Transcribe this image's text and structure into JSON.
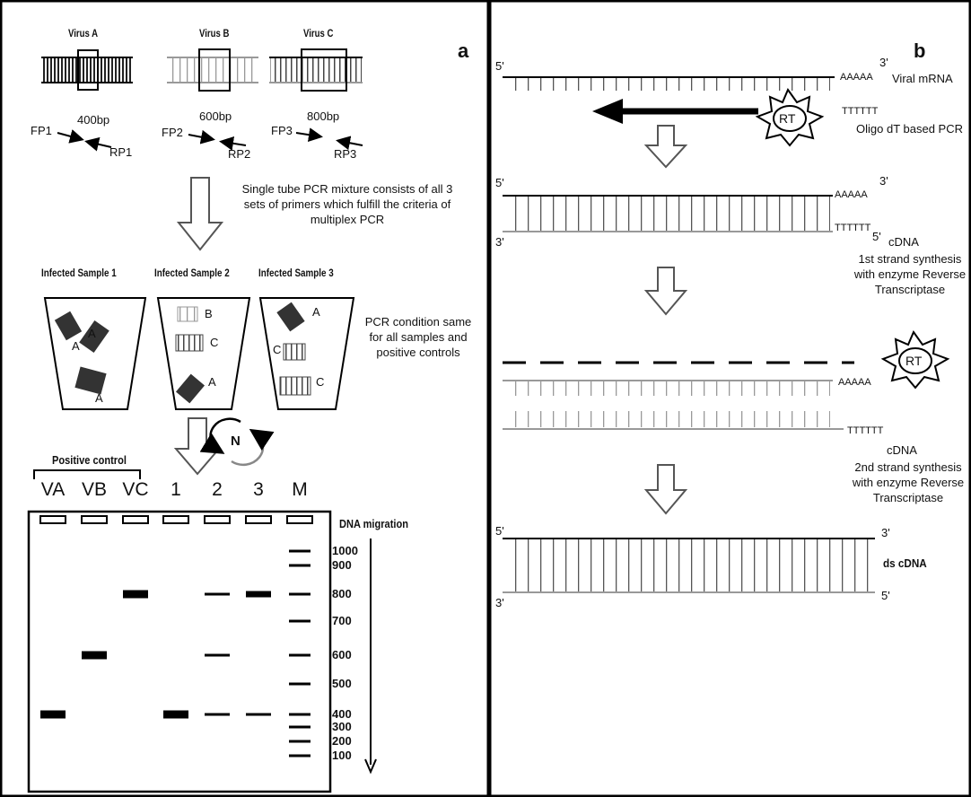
{
  "panel_a": {
    "letter": "a",
    "viruses": [
      {
        "name": "Virus A",
        "size": "400bp",
        "fp": "FP1",
        "rp": "RP1"
      },
      {
        "name": "Virus B",
        "size": "600bp",
        "fp": "FP2",
        "rp": "RP2"
      },
      {
        "name": "Virus C",
        "size": "800bp",
        "fp": "FP3",
        "rp": "RP3"
      }
    ],
    "multiplex_note": [
      "Single tube PCR mixture consists of all 3",
      "sets of primers which fulfill the criteria of",
      "multiplex PCR"
    ],
    "samples": [
      {
        "title": "Infected Sample 1",
        "tags": [
          "A",
          "A",
          "A"
        ]
      },
      {
        "title": "Infected Sample 2",
        "tags": [
          "B",
          "C",
          "A"
        ]
      },
      {
        "title": "Infected Sample 3",
        "tags": [
          "A",
          "C",
          "C"
        ]
      }
    ],
    "pcr_note": [
      "PCR condition same",
      "for all samples and",
      "positive controls"
    ],
    "cycle_label": "N",
    "positive_control_label": "Positive control",
    "lanes": [
      "VA",
      "VB",
      "VC",
      "1",
      "2",
      "3",
      "M"
    ],
    "migration_label": "DNA migration",
    "ladder": [
      "1000",
      "900",
      "800",
      "700",
      "600",
      "500",
      "400",
      "300",
      "200",
      "100"
    ]
  },
  "panel_b": {
    "letter": "b",
    "viral_mrna_label": "Viral mRNA",
    "polyA": "AAAAA",
    "oligo_dt": "TTTTTT",
    "oligo_label": "Oligo dT based PCR",
    "rt_label": "RT",
    "cdna1_label": "cDNA",
    "first_strand": [
      "1st strand synthesis",
      "with enzyme Reverse",
      "Transcriptase"
    ],
    "cdna2_label": "cDNA",
    "second_strand": [
      "2nd strand synthesis",
      "with enzyme Reverse",
      "Transcriptase"
    ],
    "ds_label": "ds cDNA",
    "prime5": "5'",
    "prime3": "3'"
  }
}
